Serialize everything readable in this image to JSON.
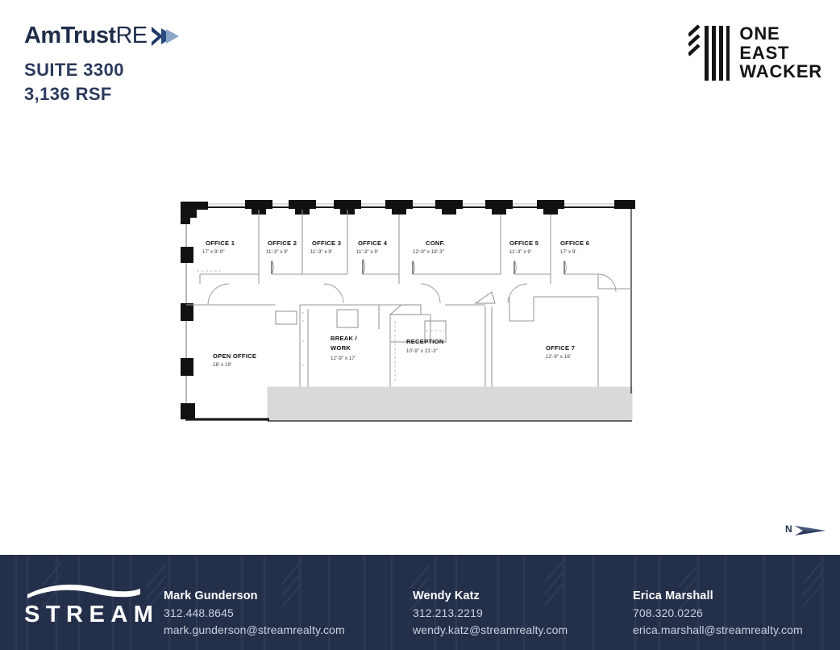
{
  "header": {
    "brand_primary": "AmTrust",
    "brand_secondary": "RE",
    "brand_icon": "double-chevron-arrow-icon",
    "suite": "SUITE 3300",
    "rsf": "3,136 RSF",
    "building_line1": "ONE",
    "building_line2": "EAST",
    "building_line3": "WACKER",
    "building_icon": "vertical-bars-logo-icon",
    "colors": {
      "navy": "#2b3a5c",
      "dark_navy": "#1f2d4a",
      "black": "#141414"
    }
  },
  "floorplan": {
    "north_arrow_label": "N",
    "rooms": [
      {
        "name": "OFFICE 1",
        "dim": "17' x 9'-9\""
      },
      {
        "name": "OFFICE 2",
        "dim": "11'-3\" x 9'"
      },
      {
        "name": "OFFICE 3",
        "dim": "11'-3\" x 9'"
      },
      {
        "name": "OFFICE 4",
        "dim": "11'-3\" x 9'"
      },
      {
        "name": "CONF.",
        "dim": "12'-9\" x 18'-3\""
      },
      {
        "name": "OFFICE 5",
        "dim": "11'-3\" x 9'"
      },
      {
        "name": "OFFICE 6",
        "dim": "17' x 9'"
      },
      {
        "name": "OPEN OFFICE",
        "dim": "18' x 19'"
      },
      {
        "name": "BREAK /",
        "name2": "WORK",
        "dim": "12'-9\" x 17'"
      },
      {
        "name": "RECEPTION",
        "dim": "10'-9\" x 21'-3\""
      },
      {
        "name": "OFFICE 7",
        "dim": "12'-9\" x 16'"
      }
    ]
  },
  "footer": {
    "logo_word": "STREAM",
    "logo_icon": "stream-wave-icon",
    "background_color": "#242f4a",
    "contacts": [
      {
        "name": "Mark Gunderson",
        "phone": "312.448.8645",
        "email": "mark.gunderson@streamrealty.com"
      },
      {
        "name": "Wendy Katz",
        "phone": "312.213.2219",
        "email": "wendy.katz@streamrealty.com"
      },
      {
        "name": "Erica Marshall",
        "phone": "708.320.0226",
        "email": "erica.marshall@streamrealty.com"
      }
    ]
  }
}
